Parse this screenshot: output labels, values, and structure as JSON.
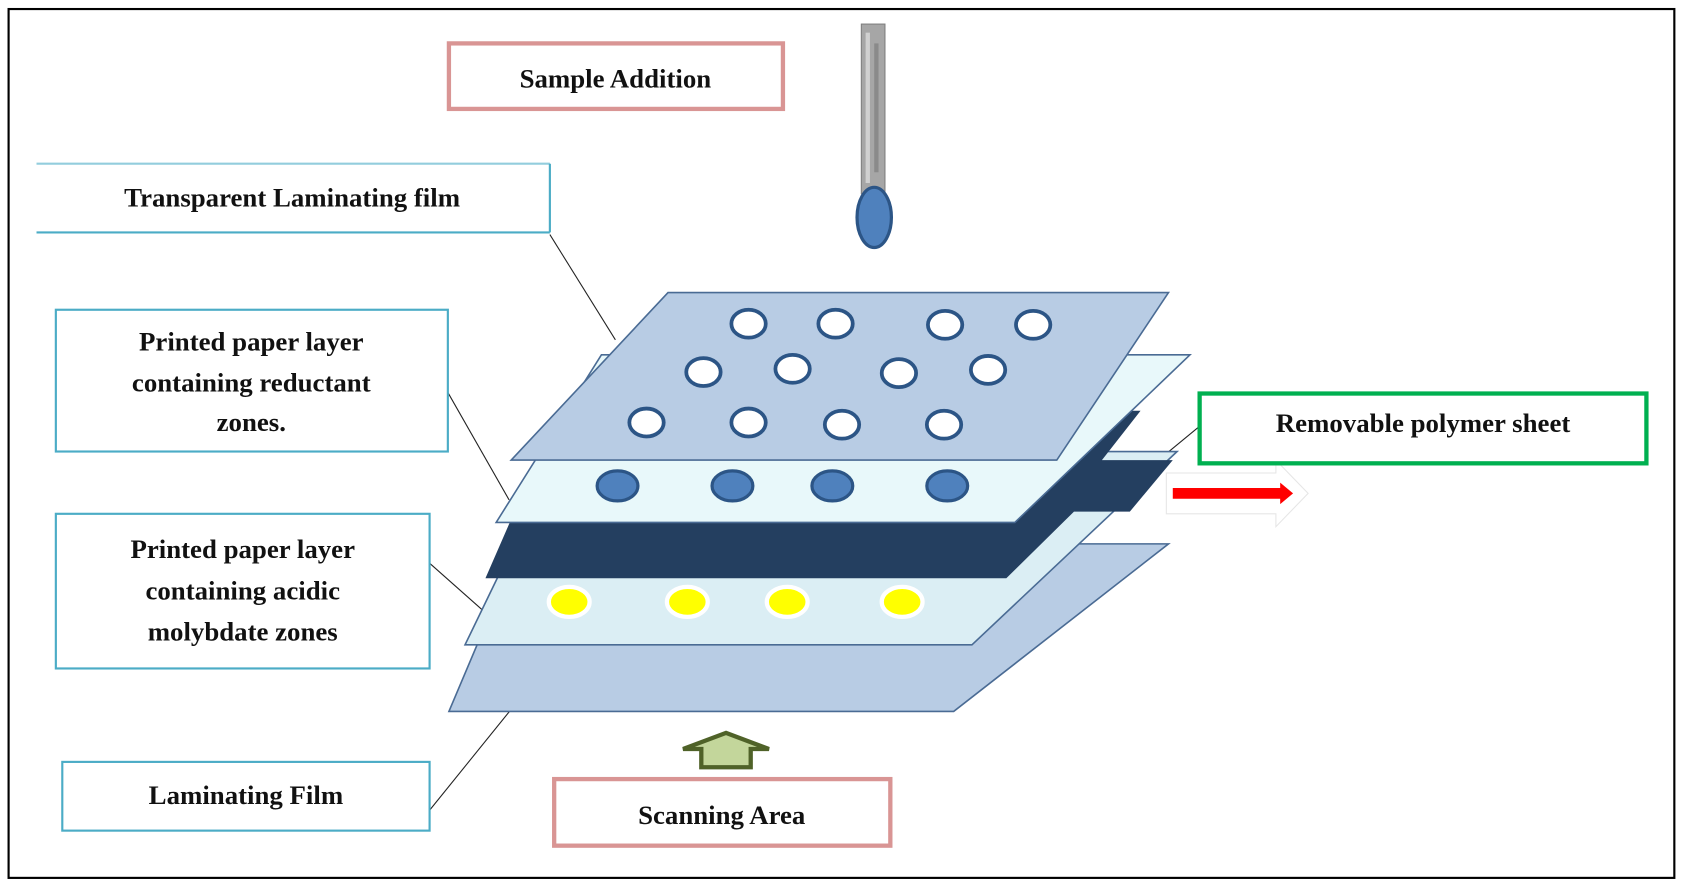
{
  "diagram": {
    "title": "Layered paper-based device schematic",
    "labels": {
      "sample_addition": "Sample Addition",
      "transparent_film": "Transparent Laminating film",
      "reductant_layer": [
        "Printed paper layer",
        "containing reductant",
        "zones."
      ],
      "molybdate_layer": [
        "Printed paper layer",
        "containing acidic",
        "molybdate zones"
      ],
      "laminating_film": "Laminating Film",
      "scanning_area": "Scanning Area",
      "removable_sheet": "Removable polymer sheet"
    },
    "layers": [
      {
        "name": "Transparent Laminating film",
        "color": "#b8cce4",
        "zones": 12,
        "zone_style": "open-circle"
      },
      {
        "name": "Printed paper layer containing reductant zones",
        "color": "#e8f8fa",
        "zones": 4,
        "zone_color": "#4f81bd"
      },
      {
        "name": "Removable polymer sheet",
        "color": "#243f60"
      },
      {
        "name": "Printed paper layer containing acidic molybdate zones",
        "color": "#dbeef4",
        "zones": 4,
        "zone_color": "#ffff00"
      },
      {
        "name": "Laminating Film",
        "color": "#b8cce4"
      }
    ],
    "colors": {
      "pink_border": "#d99594",
      "teal_border": "#4bacc6",
      "green_border": "#00b050",
      "arrow_red": "#ff0000",
      "scan_arrow_fill": "#c3d69b",
      "scan_arrow_stroke": "#4f6228",
      "drop_blue": "#4f81bd"
    }
  }
}
